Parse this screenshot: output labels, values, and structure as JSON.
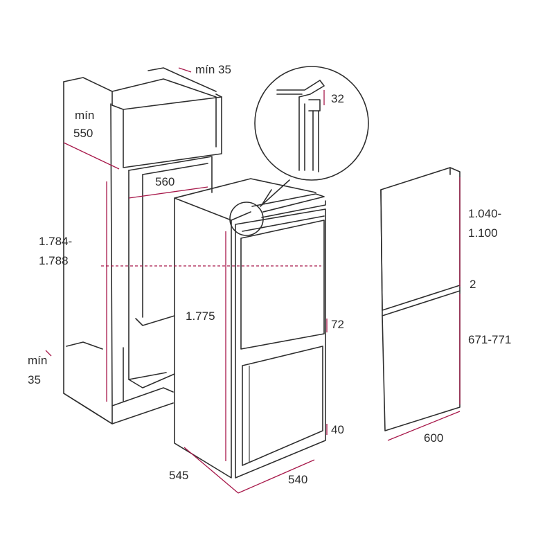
{
  "labels": {
    "min35_top": "mín 35",
    "min550_a": "mín",
    "min550_b": "550",
    "w560": "560",
    "h1784_a": "1.784-",
    "h1784_b": "1.788",
    "min35_bottom_a": "mín",
    "min35_bottom_b": "35",
    "h1775": "1.775",
    "gap32": "32",
    "gap72": "72",
    "gap40": "40",
    "d545": "545",
    "w540": "540",
    "door_top_a": "1.040-",
    "door_top_b": "1.100",
    "door_gap": "2",
    "door_bottom": "671-771",
    "door_width": "600"
  },
  "colors": {
    "outline": "#2e2e2e",
    "dimension": "#a7184a",
    "background": "#ffffff"
  }
}
